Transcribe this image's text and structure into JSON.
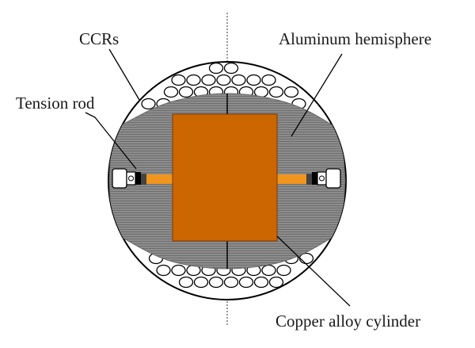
{
  "labels": {
    "ccrs": "CCRs",
    "hemisphere": "Aluminum hemisphere",
    "tension_rod": "Tension rod",
    "cylinder": "Copper alloy cylinder"
  },
  "colors": {
    "copper": "#cc6600",
    "rod": "#f0961e",
    "aluminum": "#8a8a8a",
    "outline": "#000000",
    "background": "#ffffff"
  }
}
